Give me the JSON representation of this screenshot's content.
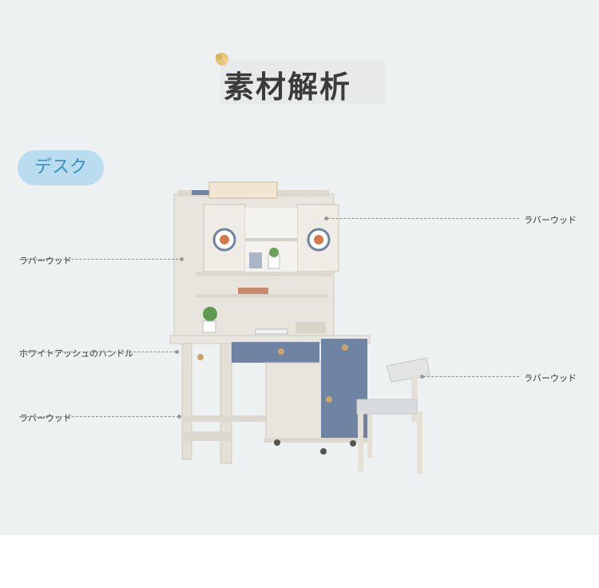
{
  "heading": {
    "title": "素材解析"
  },
  "section_tag": "デスク",
  "callouts": {
    "left_1": "ラバーウッド",
    "left_2": "ホワイトアッシュのハンドル",
    "left_3": "ラバーウッド",
    "right_1": "ラバーウッド",
    "right_2": "ラバーウッド"
  },
  "colors": {
    "background": "#eef1f2",
    "tag_fill": "#b9dcef",
    "tag_text": "#3a8fbd",
    "cabinet_white": "#e8e5de",
    "drawer_blue": "#6f83a3",
    "knob_wood": "#c9a46b"
  }
}
